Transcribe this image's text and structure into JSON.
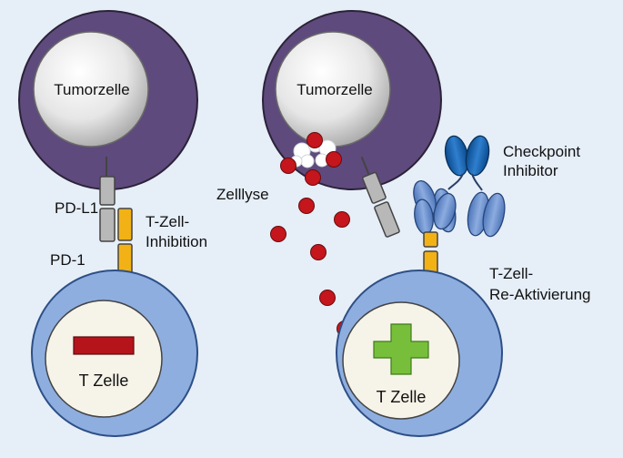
{
  "labels": {
    "tumor_left": "Tumorzelle",
    "tumor_right": "Tumorzelle",
    "pdl1": "PD-L1",
    "pd1": "PD-1",
    "tcell_inhibition_line1": "T-Zell-",
    "tcell_inhibition_line2": "Inhibition",
    "tcell_left": "T Zelle",
    "tcell_right": "T Zelle",
    "zelllyse": "Zelllyse",
    "checkpoint_line1": "Checkpoint",
    "checkpoint_line2": "Inhibitor",
    "reactivation_line1": "T-Zell-",
    "reactivation_line2": "Re-Aktivierung"
  },
  "symbols": {
    "left_nucleus": "minus-sign",
    "right_nucleus": "plus-sign"
  },
  "colors": {
    "background": "#e6eef8",
    "tumor_cytoplasm": "#5e4a7c",
    "tcell_cytoplasm": "#8eaee0",
    "nucleus": "#f6f3e8",
    "receptor_pdl1": "#b8b8b8",
    "receptor_pd1": "#f2b216",
    "antibody": "#6f93cc",
    "antibody_dark": "#0e5aa8",
    "lysis_granules": "#c4161c",
    "minus": "#b5141b",
    "plus": "#77bf3b"
  }
}
